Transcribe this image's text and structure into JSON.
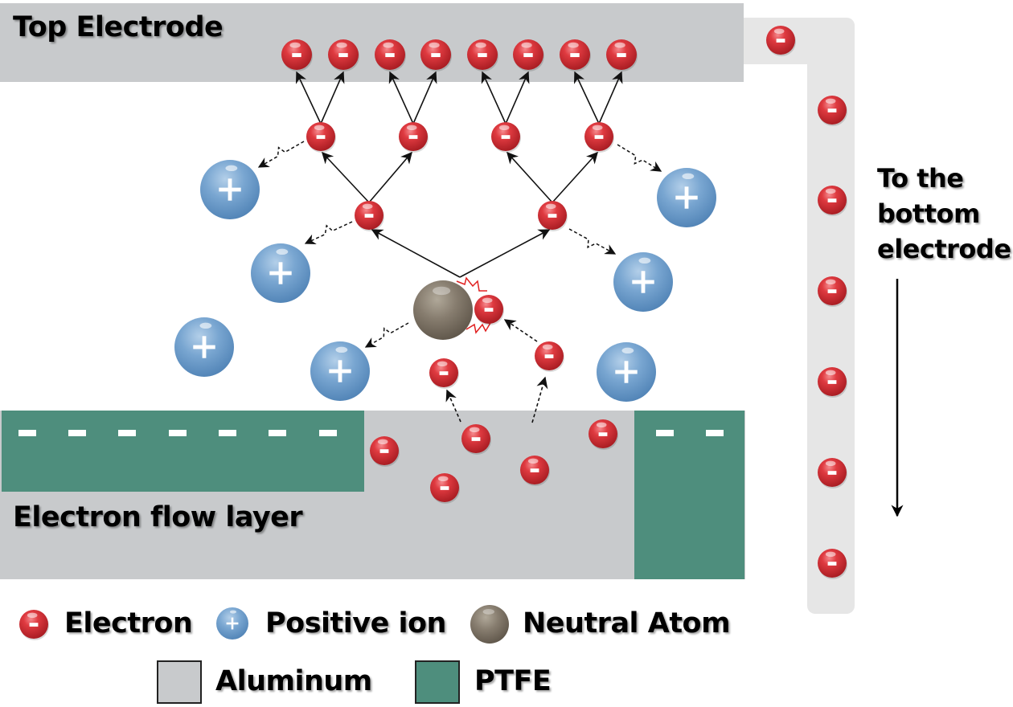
{
  "colors": {
    "aluminum": "#c8cacc",
    "wire": "#e6e6e6",
    "ptfe": "#4e8e7d",
    "electron": "#d8333a",
    "positive_ion": "#6f9ecb",
    "neutral_atom": "#857b6d",
    "collision_zigzag": "#e02020"
  },
  "labels": {
    "top_electrode": "Top Electrode",
    "electron_flow_layer": "Electron flow layer",
    "to_bottom": [
      "To the",
      "bottom",
      "electrode"
    ]
  },
  "particles": {
    "electron_symbol": "-",
    "ion_symbol": "+"
  },
  "legend": {
    "row1": [
      {
        "icon": "electron-icon",
        "label": "Electron"
      },
      {
        "icon": "positive-ion-icon",
        "label": "Positive ion"
      },
      {
        "icon": "neutral-atom-icon",
        "label": "Neutral Atom"
      }
    ],
    "row2": [
      {
        "icon": "aluminum-swatch",
        "label": "Aluminum"
      },
      {
        "icon": "ptfe-swatch",
        "label": "PTFE"
      }
    ]
  }
}
